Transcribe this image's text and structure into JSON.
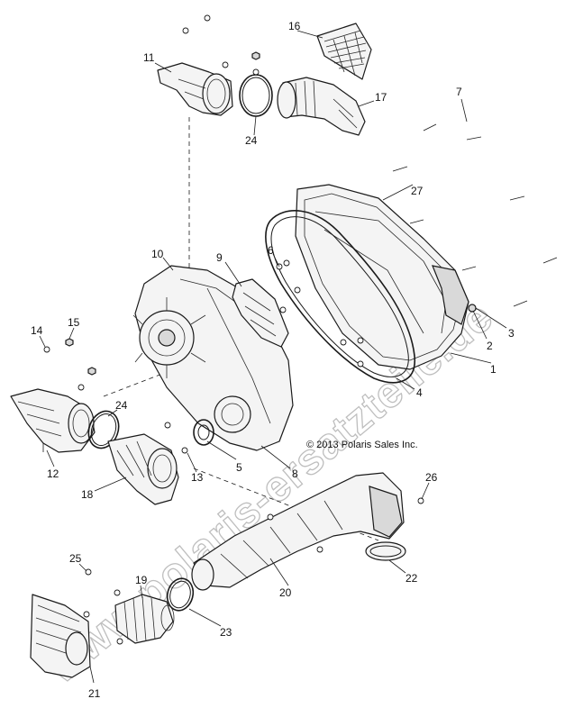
{
  "copyright": "© 2013 Polaris Sales Inc.",
  "watermark": "www.polaris-ersatzteile.de",
  "callouts": [
    "1",
    "2",
    "3",
    "4",
    "5",
    "6",
    "7",
    "8",
    "9",
    "10",
    "11",
    "12",
    "13",
    "14",
    "15",
    "16",
    "17",
    "18",
    "19",
    "20",
    "21",
    "22",
    "23",
    "24",
    "24",
    "25",
    "26",
    "27"
  ]
}
